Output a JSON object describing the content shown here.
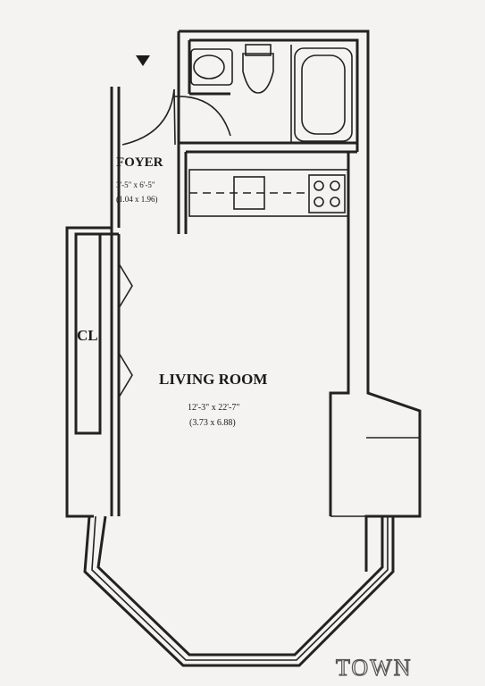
{
  "rooms": {
    "foyer": {
      "name": "FOYER",
      "dim_imperial": "3'-5\" x 6'-5\"",
      "dim_metric": "(1.04 x 1.96)"
    },
    "closet": {
      "name": "CL"
    },
    "living_room": {
      "name": "LIVING ROOM",
      "dim_imperial": "12'-3\" x 22'-7\"",
      "dim_metric": "(3.73 x 6.88)"
    }
  },
  "logo": {
    "text": "TOWN"
  }
}
